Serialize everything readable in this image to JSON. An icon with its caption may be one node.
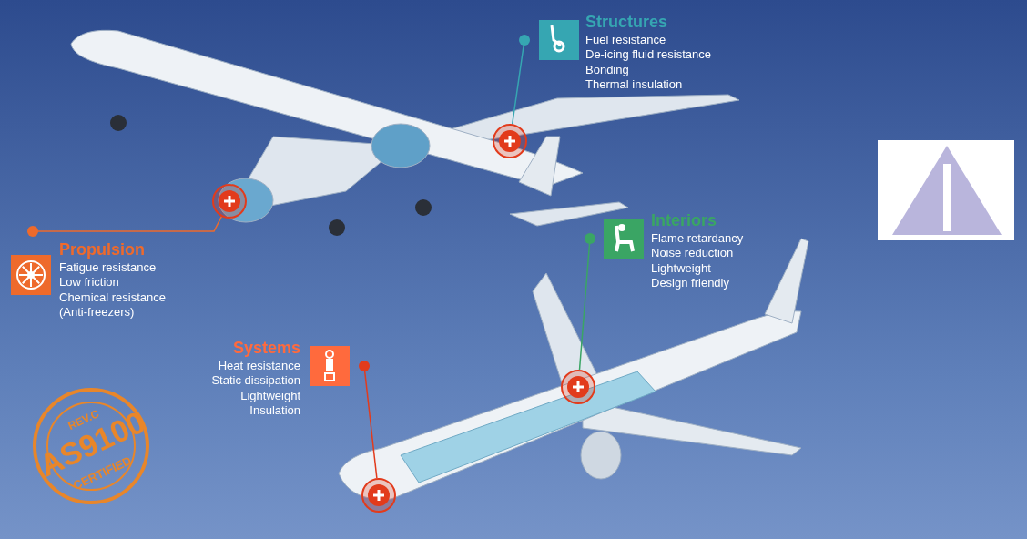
{
  "diagram": {
    "nodes": [
      {
        "text": [
          "Structures",
          "Fuel resistance",
          "De-icing fluid resistance",
          "Bonding",
          "Thermal insulation"
        ]
      },
      {
        "text": [],
        "shape": "circle"
      },
      {
        "text": [
          "Propulsion",
          "Fatigue resistance",
          "Low friction",
          "Chemical resistance",
          "(Anti-freezers)"
        ]
      },
      {
        "text": [],
        "shape": "circle"
      },
      {
        "text": [
          "Interiors",
          "Flame retardancy",
          "Noise reduction",
          "Lightweight",
          "Design friendly"
        ]
      },
      {
        "text": [],
        "shape": "circle"
      },
      {
        "text": [
          "Systems",
          "Heat resistance",
          "Static dissipation",
          "Lightweight",
          "Insulation"
        ]
      },
      {
        "text": [],
        "shape": "circle"
      }
    ],
    "edges": [
      {
        "from": 0,
        "to": 1,
        "arrow": "other",
        "color": "#36a6b2"
      },
      {
        "from": 2,
        "to": 3,
        "arrow": "other",
        "color": "#ee6a2c"
      },
      {
        "from": 4,
        "to": 5,
        "arrow": "other",
        "color": "#3aa564"
      },
      {
        "from": 6,
        "to": 7,
        "arrow": "other",
        "color": "#e23b1c"
      }
    ],
    "labels": [
      "REV.C",
      "AS9100",
      "CERTIFIED"
    ]
  }
}
